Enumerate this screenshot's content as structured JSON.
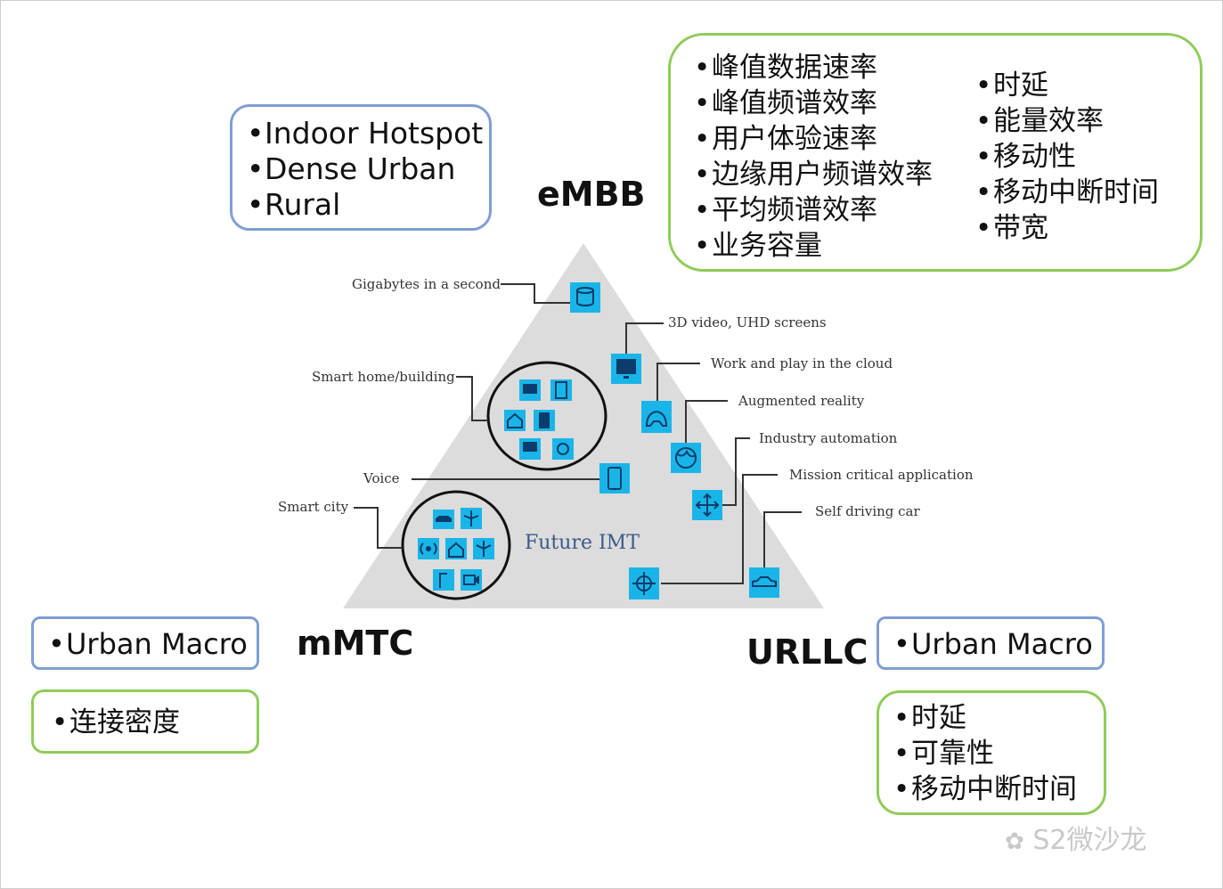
{
  "scenarios_embb": [
    "Indoor Hotspot",
    "Dense Urban",
    "Rural"
  ],
  "embb_label": "eMBB",
  "mmtc_label": "mMTC",
  "urllc_label": "URLLC",
  "embb_kpis_left": [
    "峰值数据速率",
    "峰值频谱效率",
    "用户体验速率",
    "边缘用户频谱效率",
    "平均频谱效率",
    "业务容量"
  ],
  "embb_kpis_right": [
    "时延",
    "能量效率",
    "移动性",
    "移动中断时间",
    "带宽"
  ],
  "mmtc_scenarios": [
    "Urban Macro"
  ],
  "mmtc_kpis": [
    "连接密度"
  ],
  "urllc_scenarios": [
    "Urban Macro"
  ],
  "urllc_kpis": [
    "时延",
    "可靠性",
    "移动中断时间"
  ],
  "triangle": {
    "center_label": "Future IMT",
    "labels": {
      "gigabytes": "Gigabytes in a second",
      "video": "3D video, UHD screens",
      "cloud": "Work and play in the cloud",
      "ar": "Augmented reality",
      "industry": "Industry automation",
      "mission": "Mission critical application",
      "selfdriving": "Self driving car",
      "smarthome": "Smart home/building",
      "voice": "Voice",
      "smartcity": "Smart city"
    }
  },
  "watermark": "S2微沙龙",
  "colors": {
    "blue_border": "#7f9fd3",
    "green_border": "#8fcc5a",
    "icon_fill": "#1ab5e8",
    "triangle": "#dcdcdc"
  }
}
